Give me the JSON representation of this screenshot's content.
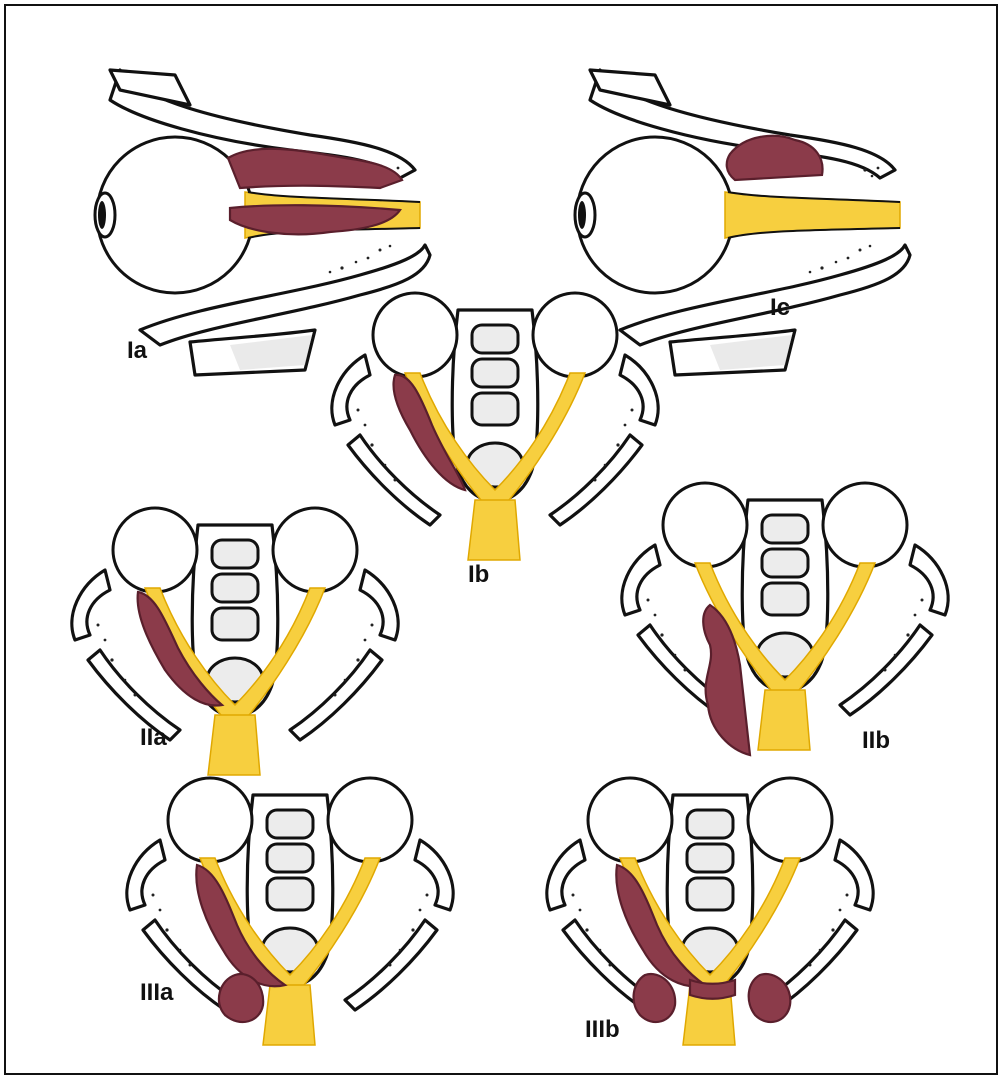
{
  "figure": {
    "panels": [
      {
        "id": "Ia",
        "label": "Ia"
      },
      {
        "id": "Ib",
        "label": "Ib"
      },
      {
        "id": "Ic",
        "label": "Ic"
      },
      {
        "id": "IIa",
        "label": "IIa"
      },
      {
        "id": "IIb",
        "label": "IIb"
      },
      {
        "id": "IIIa",
        "label": "IIIa"
      },
      {
        "id": "IIIb",
        "label": "IIIb"
      }
    ],
    "colors": {
      "nerve": "#f7cf3f",
      "tumor": "#8b3b4a",
      "outline": "#111111",
      "background": "#ffffff"
    }
  }
}
